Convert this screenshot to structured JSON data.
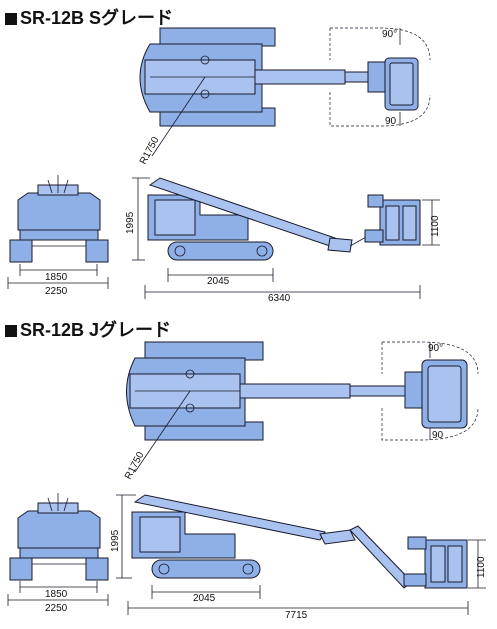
{
  "sections": [
    {
      "id": "s-grade",
      "title": "SR-12B Sグレード",
      "dims": {
        "angle_top": "90°",
        "angle_bottom": "90",
        "radius": "R1750",
        "height": "1995",
        "basket_height": "1100",
        "front_width_inner": "1850",
        "front_width_outer": "2250",
        "track_length": "2045",
        "total_length": "6340"
      }
    },
    {
      "id": "j-grade",
      "title": "SR-12B Jグレード",
      "dims": {
        "angle_top": "90°",
        "angle_bottom": "90",
        "radius": "R1750",
        "height": "1995",
        "basket_height": "1100",
        "front_width_inner": "1850",
        "front_width_outer": "2250",
        "track_length": "2045",
        "total_length": "7715"
      }
    }
  ],
  "colors": {
    "machine": "#8fb0e6",
    "outline": "#1a1a2e"
  }
}
